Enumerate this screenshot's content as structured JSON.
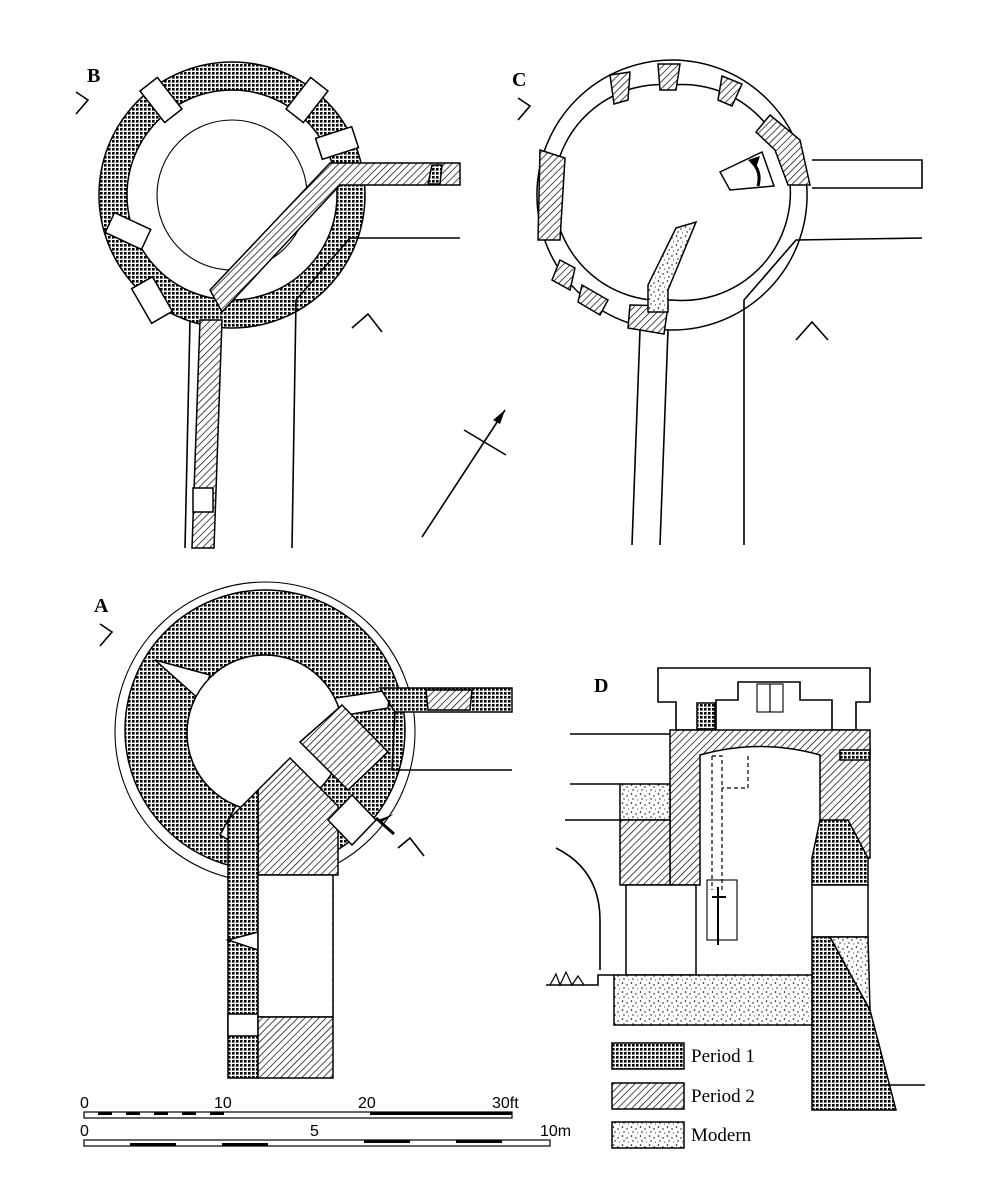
{
  "panels": {
    "a": "A",
    "b": "B",
    "c": "C",
    "d": "D"
  },
  "scale": {
    "feet": [
      "0",
      "10",
      "20",
      "30ft"
    ],
    "metres": [
      "0",
      "5",
      "10m"
    ]
  },
  "legend": [
    {
      "key": "period1",
      "label": "Period 1",
      "pattern": "crosshatch"
    },
    {
      "key": "period2",
      "label": "Period 2",
      "pattern": "diagonal-hatch"
    },
    {
      "key": "modern",
      "label": "Modern",
      "pattern": "stipple"
    }
  ],
  "colors": {
    "ink": "#000000",
    "paper": "#ffffff"
  }
}
